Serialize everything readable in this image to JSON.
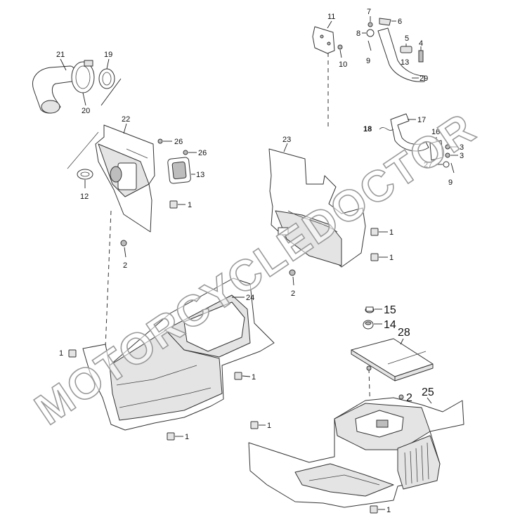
{
  "watermark": {
    "text": "MOTORCYCLEDOCTOR"
  },
  "callouts": {
    "c1a": "1",
    "c1b": "1",
    "c1c": "1",
    "c1d": "1",
    "c1e": "1",
    "c1f": "1",
    "c1g": "1",
    "c1h": "1",
    "c2a": "2",
    "c2b": "2",
    "c2c": "2",
    "c3a": "3",
    "c3b": "3",
    "c4": "4",
    "c5": "5",
    "c6": "6",
    "c7": "7",
    "c8": "8",
    "c9a": "9",
    "c9b": "9",
    "c10": "10",
    "c11": "11",
    "c12": "12",
    "c13": "13",
    "c13b": "13",
    "c14": "14",
    "c15": "15",
    "c16": "16",
    "c17": "17",
    "c18": "18",
    "c19": "19",
    "c20": "20",
    "c21": "21",
    "c22": "22",
    "c23": "23",
    "c24": "24",
    "c25": "25",
    "c26a": "26",
    "c26b": "26",
    "c27": "27",
    "c28": "28",
    "c29": "29"
  }
}
